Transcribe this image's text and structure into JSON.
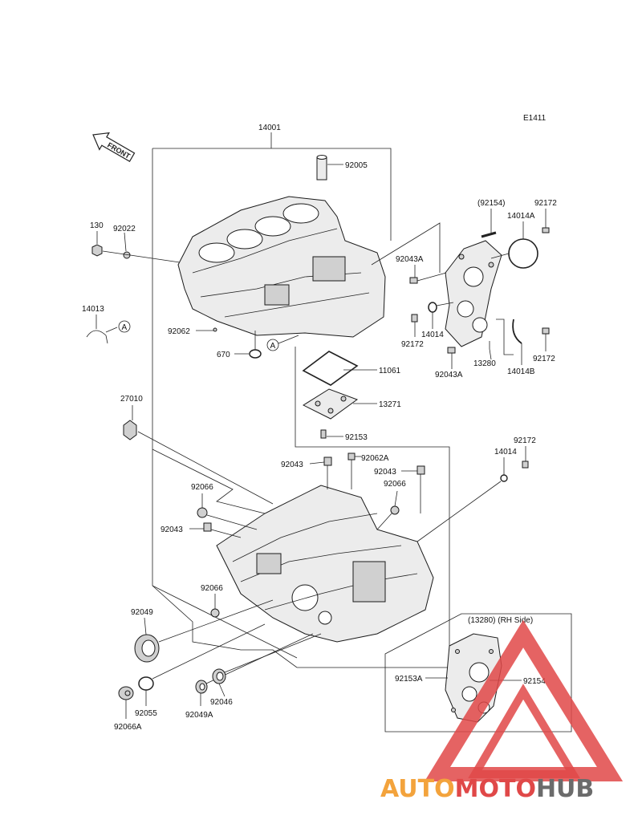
{
  "diagram_code": "E1411",
  "front_arrow": "FRONT",
  "circle_marker": "A",
  "labels": {
    "l14001": "14001",
    "l92005": "92005",
    "l92154p": "(92154)",
    "l92172a": "92172",
    "l14014A": "14014A",
    "l130": "130",
    "l92022": "92022",
    "l92043A1": "92043A",
    "l14013": "14013",
    "l92062": "92062",
    "l670": "670",
    "l14014a": "14014",
    "l92172b": "92172",
    "l13280": "13280",
    "l92172c": "92172",
    "l92043A2": "92043A",
    "l14014B": "14014B",
    "l11061": "11061",
    "l13271": "13271",
    "l27010": "27010",
    "l92153": "92153",
    "l92172d": "92172",
    "l14014b": "14014",
    "l92043a": "92043",
    "l92062A": "92062A",
    "l92043b": "92043",
    "l92066a": "92066",
    "l92066b": "92066",
    "l92043c": "92043",
    "l92066c": "92066",
    "l92049": "92049",
    "l13280rh": "(13280)  (RH Side)",
    "l92153A": "92153A",
    "l92154": "92154",
    "l92055": "92055",
    "l92066A": "92066A",
    "l92049A": "92049A",
    "l92046": "92046"
  },
  "watermark": {
    "part1": "AUTO",
    "part2": "MOTO",
    "part3": "HUB"
  },
  "colors": {
    "watermark_orange": "#f3a33c",
    "watermark_red": "#e04848",
    "watermark_gray": "#6b6b6b"
  }
}
